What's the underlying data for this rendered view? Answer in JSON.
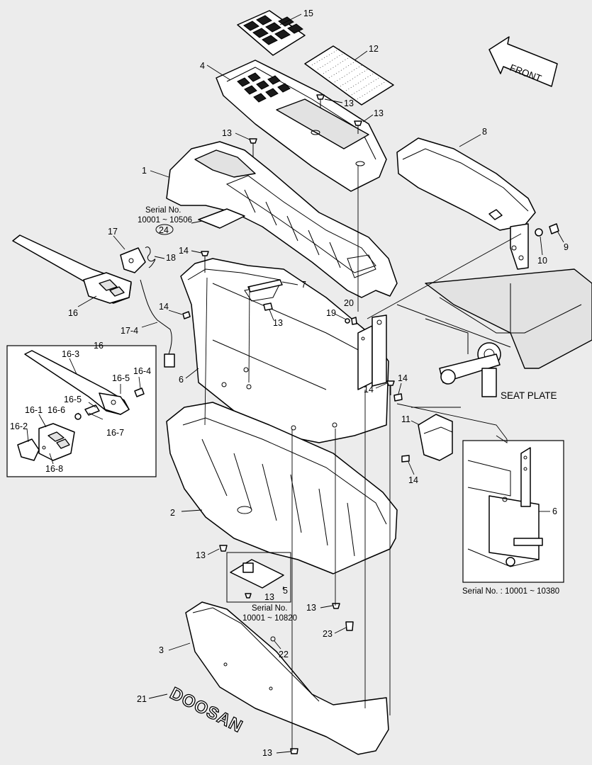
{
  "callouts": {
    "c15": "15",
    "c12": "12",
    "c4": "4",
    "c13a": "13",
    "c13b": "13",
    "c13c": "13",
    "c8": "8",
    "c1": "1",
    "c9": "9",
    "c10": "10",
    "c17": "17",
    "c18": "18",
    "c14a": "14",
    "c7": "7",
    "c16": "16",
    "c14b": "14",
    "c20": "20",
    "c19": "19",
    "c13d": "13",
    "c17_4": "17-4",
    "c16box": "16",
    "c16_3": "16-3",
    "c16_4": "16-4",
    "c16_5": "16-5",
    "c6a": "6",
    "c14c": "14",
    "c14d": "14",
    "c16_5b": "16-5",
    "c16_6": "16-6",
    "c16_1": "16-1",
    "c16_7": "16-7",
    "c16_2": "16-2",
    "c16_8": "16-8",
    "c11": "11",
    "c14e": "14",
    "c2": "2",
    "c6b": "6",
    "c13e": "13",
    "c5": "5",
    "c13f": "13",
    "c13g": "13",
    "c23": "23",
    "c3": "3",
    "c22": "22",
    "c21": "21",
    "c13h": "13",
    "c24": "24"
  },
  "notes": {
    "front": "FRONT",
    "seat_plate": "SEAT PLATE",
    "serial_1_label": "Serial No.",
    "serial_1_range": "10001 ~ 10506",
    "serial_2_label": "Serial No.",
    "serial_2_range": "10001 ~ 10820",
    "serial_3": "Serial No. : 10001 ~ 10380",
    "brand": "DOOSAN"
  },
  "colors": {
    "background": "#ececec",
    "line": "#000000",
    "fill": "#ffffff"
  }
}
